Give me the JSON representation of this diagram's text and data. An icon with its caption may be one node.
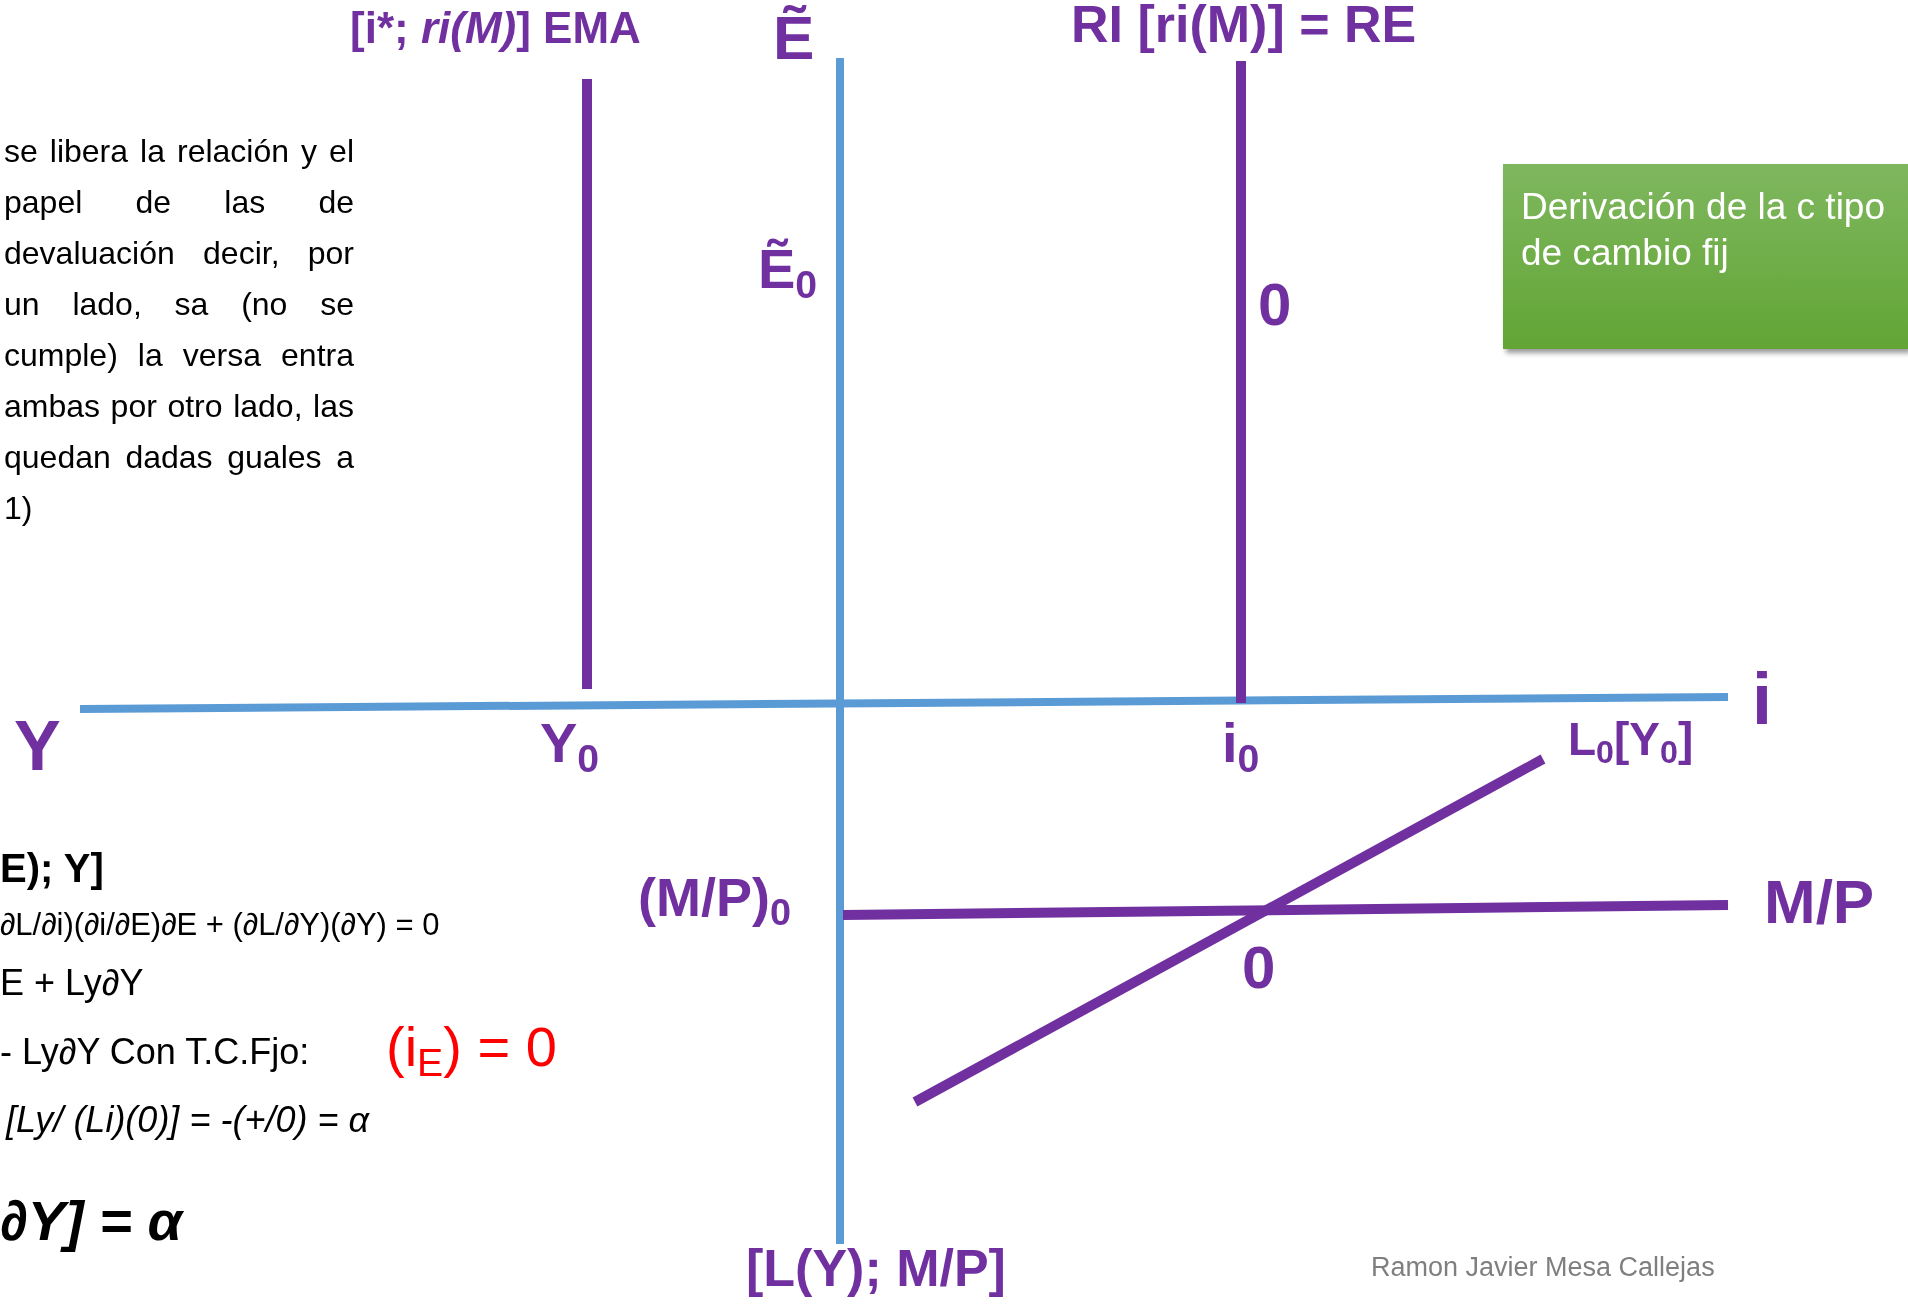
{
  "diagram": {
    "nodes": [
      {
        "text": [
          "Derivación de la c tipo de cambio fij"
        ]
      }
    ],
    "labels": [
      "[i*; *ri(M)*] EMA",
      "Ẽ",
      "RI [ri(M)] = RE",
      "se libera la relación y el papel de las de devaluación decir, por un lado, sa (no se cumple) la versa entra ambas por otro lado, las quedan dadas guales a 1)",
      "Ẽ$_{0}$",
      "0",
      "Y",
      "Y$_{0}$",
      "i$_{0}$",
      "i",
      "L$_{0}$[Y$_{0}$]",
      "E); Y]",
      "∂L/∂i)(∂i/∂E)∂E + (∂L/∂Y)(∂Y) = 0",
      "(M/P)$_{0}$",
      "M/P",
      "0",
      "E + Ly∂Y",
      "- Ly∂Y Con T.C.Fjo:",
      "(i$_{E}$) = 0",
      "[Ly/ (Li)(0)] = -(+/0) = α",
      "∂Y] = α",
      "[L(Y); M/P]",
      "Ramon Javier Mesa Callejas"
    ]
  }
}
